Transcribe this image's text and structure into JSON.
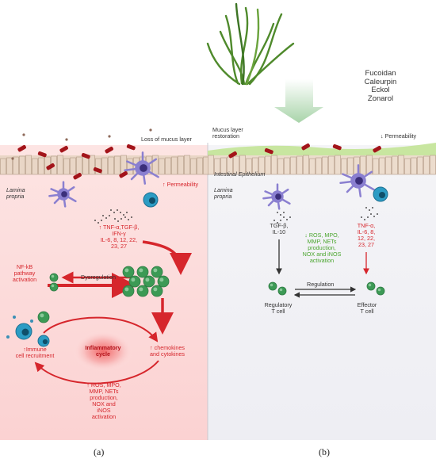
{
  "treatment": {
    "compounds": [
      "Fucoidan",
      "Caleurpin",
      "Eckol",
      "Zonarol"
    ]
  },
  "panel_a": {
    "label": "(a)",
    "mucus_loss": "Loss of mucus layer",
    "permeability": "↑ Permeability",
    "lamina_propria": [
      "Lamina",
      "propria"
    ],
    "cytokines": [
      "↑ TNF-α,TGF-β,",
      "IFN-γ",
      "IL-6, 8, 12, 22,",
      "23, 27"
    ],
    "nfkb": [
      "NF-kB",
      "pathway",
      "activation"
    ],
    "dysregulation": "Dysregulation",
    "immune_recruitment": [
      "↑Immune",
      "cell recruitment"
    ],
    "cycle": [
      "Inflammatory",
      "cycle"
    ],
    "chemokines": [
      "↑ chemokines",
      "and cytokines"
    ],
    "ros": [
      "↑ ROS, MPO,",
      "MMP, NETs",
      "production,",
      "NOX and",
      "iNOS",
      "activation"
    ]
  },
  "panel_b": {
    "label": "(b)",
    "mucus_restoration": [
      "Mucus layer",
      "restoration"
    ],
    "permeability": "↓ Permeability",
    "epithelium": "Intestinal Epithelium",
    "lamina_propria": [
      "Lamina",
      "propria"
    ],
    "tgf": [
      "TGF-β,",
      "IL-10"
    ],
    "tnf": [
      "TNF-α,",
      "IL-6, 8,",
      "12, 22,",
      "23, 27"
    ],
    "ros": [
      "↓ ROS, MPO,",
      "MMP, NETs",
      "production,",
      "NOX and iNOS",
      "activation"
    ],
    "regulation": "Regulation",
    "regulatory": [
      "Regulatory",
      "T cell"
    ],
    "effector": [
      "Effector",
      "T cell"
    ]
  },
  "colors": {
    "inflamed_bg": "#fbd9d9",
    "healthy_bg": "#f1f1f5",
    "mucus_green": "#c8e6a0",
    "red_text": "#d6262c",
    "green_text": "#4aa52e",
    "t_cell_green": "#3c9a55",
    "immune_purple": "#8a7fd0",
    "macrophage_blue": "#2c9cc4",
    "seaweed": "#4f8a2c"
  }
}
